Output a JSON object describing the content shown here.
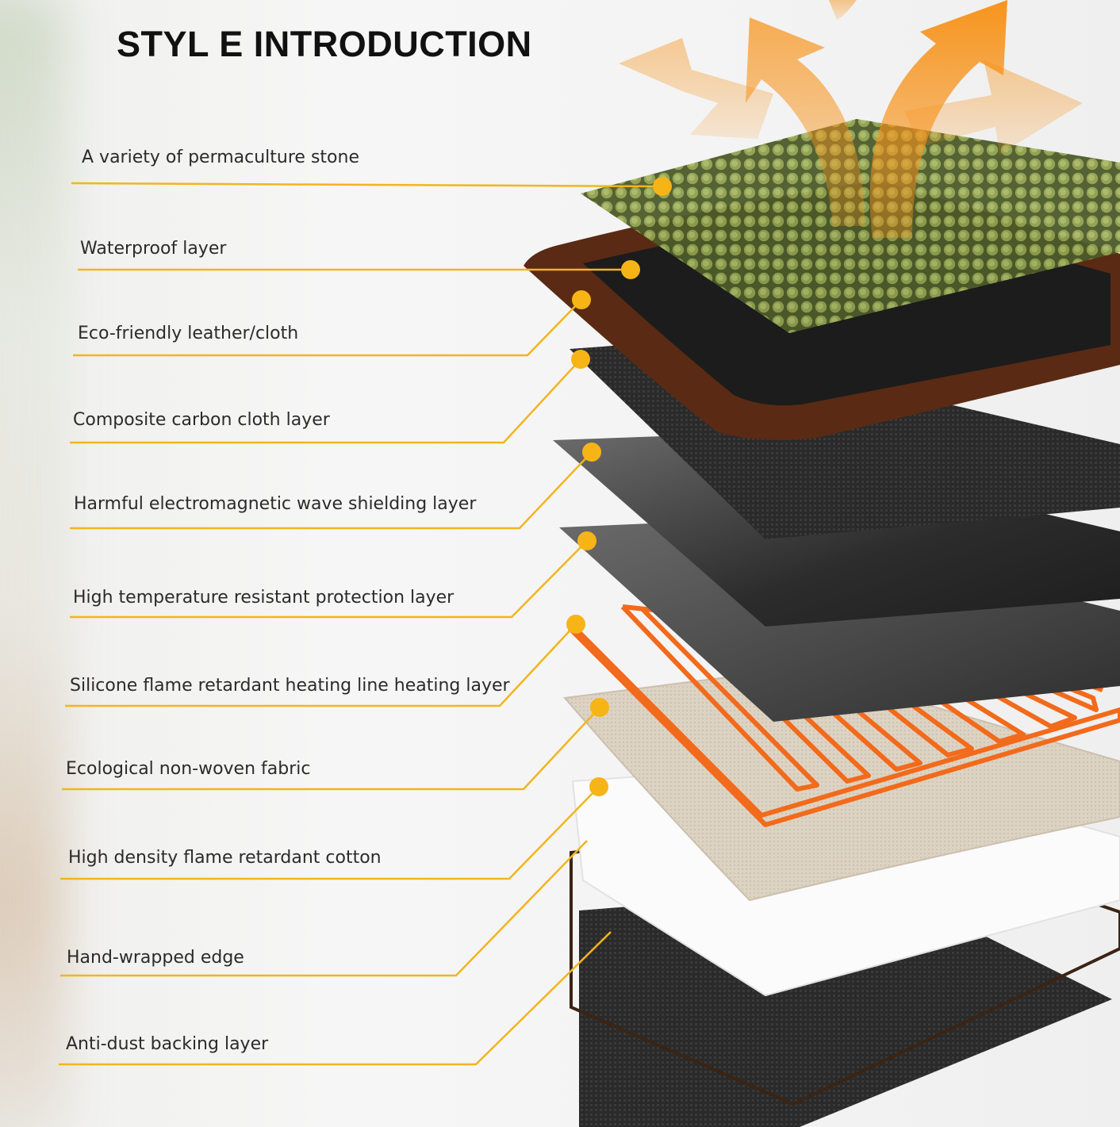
{
  "title": "STYL E INTRODUCTION",
  "accent_color": "#f2b51e",
  "heat_arrow_color": "#f7941d",
  "layers": [
    {
      "label": "A variety of permaculture stone"
    },
    {
      "label": "Waterproof layer"
    },
    {
      "label": "Eco-friendly leather/cloth"
    },
    {
      "label": "Composite carbon cloth layer"
    },
    {
      "label": "Harmful electromagnetic wave shielding layer"
    },
    {
      "label": "High temperature resistant protection layer"
    },
    {
      "label": "Silicone flame retardant heating line heating layer"
    },
    {
      "label": "Ecological non-woven fabric"
    },
    {
      "label": "High density flame retardant cotton"
    },
    {
      "label": "Hand-wrapped edge"
    },
    {
      "label": "Anti-dust backing layer"
    }
  ]
}
